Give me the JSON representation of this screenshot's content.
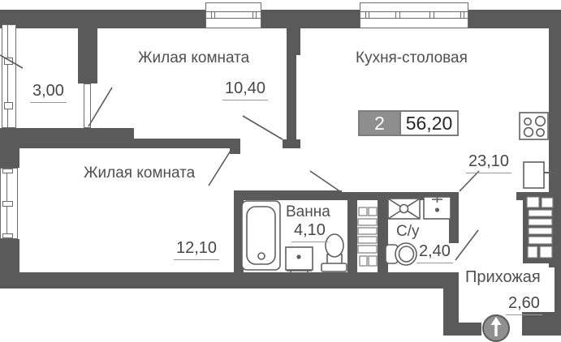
{
  "badge": {
    "rooms_count": "2",
    "total_area": "56,20"
  },
  "rooms": {
    "balcony": {
      "area": "3,00"
    },
    "living_room_1": {
      "label": "Жилая комната",
      "area": "10,40"
    },
    "kitchen": {
      "label": "Кухня-столовая",
      "area": "23,10"
    },
    "living_room_2": {
      "label": "Жилая комната",
      "area": "12,10"
    },
    "bath": {
      "label": "Ванна",
      "area": "4,10"
    },
    "wc": {
      "label": "С/у",
      "area": "2,40"
    },
    "hallway": {
      "label": "Прихожая",
      "area": "2,60"
    }
  },
  "colors": {
    "wall": "#5a5a5a",
    "label_text": "#4f4f4f",
    "area_text": "#474747",
    "badge_bg": "#8e8e8e",
    "badge_border": "#7c7c7c",
    "badge_count_text": "#ffffff",
    "badge_value_text": "#262626"
  }
}
